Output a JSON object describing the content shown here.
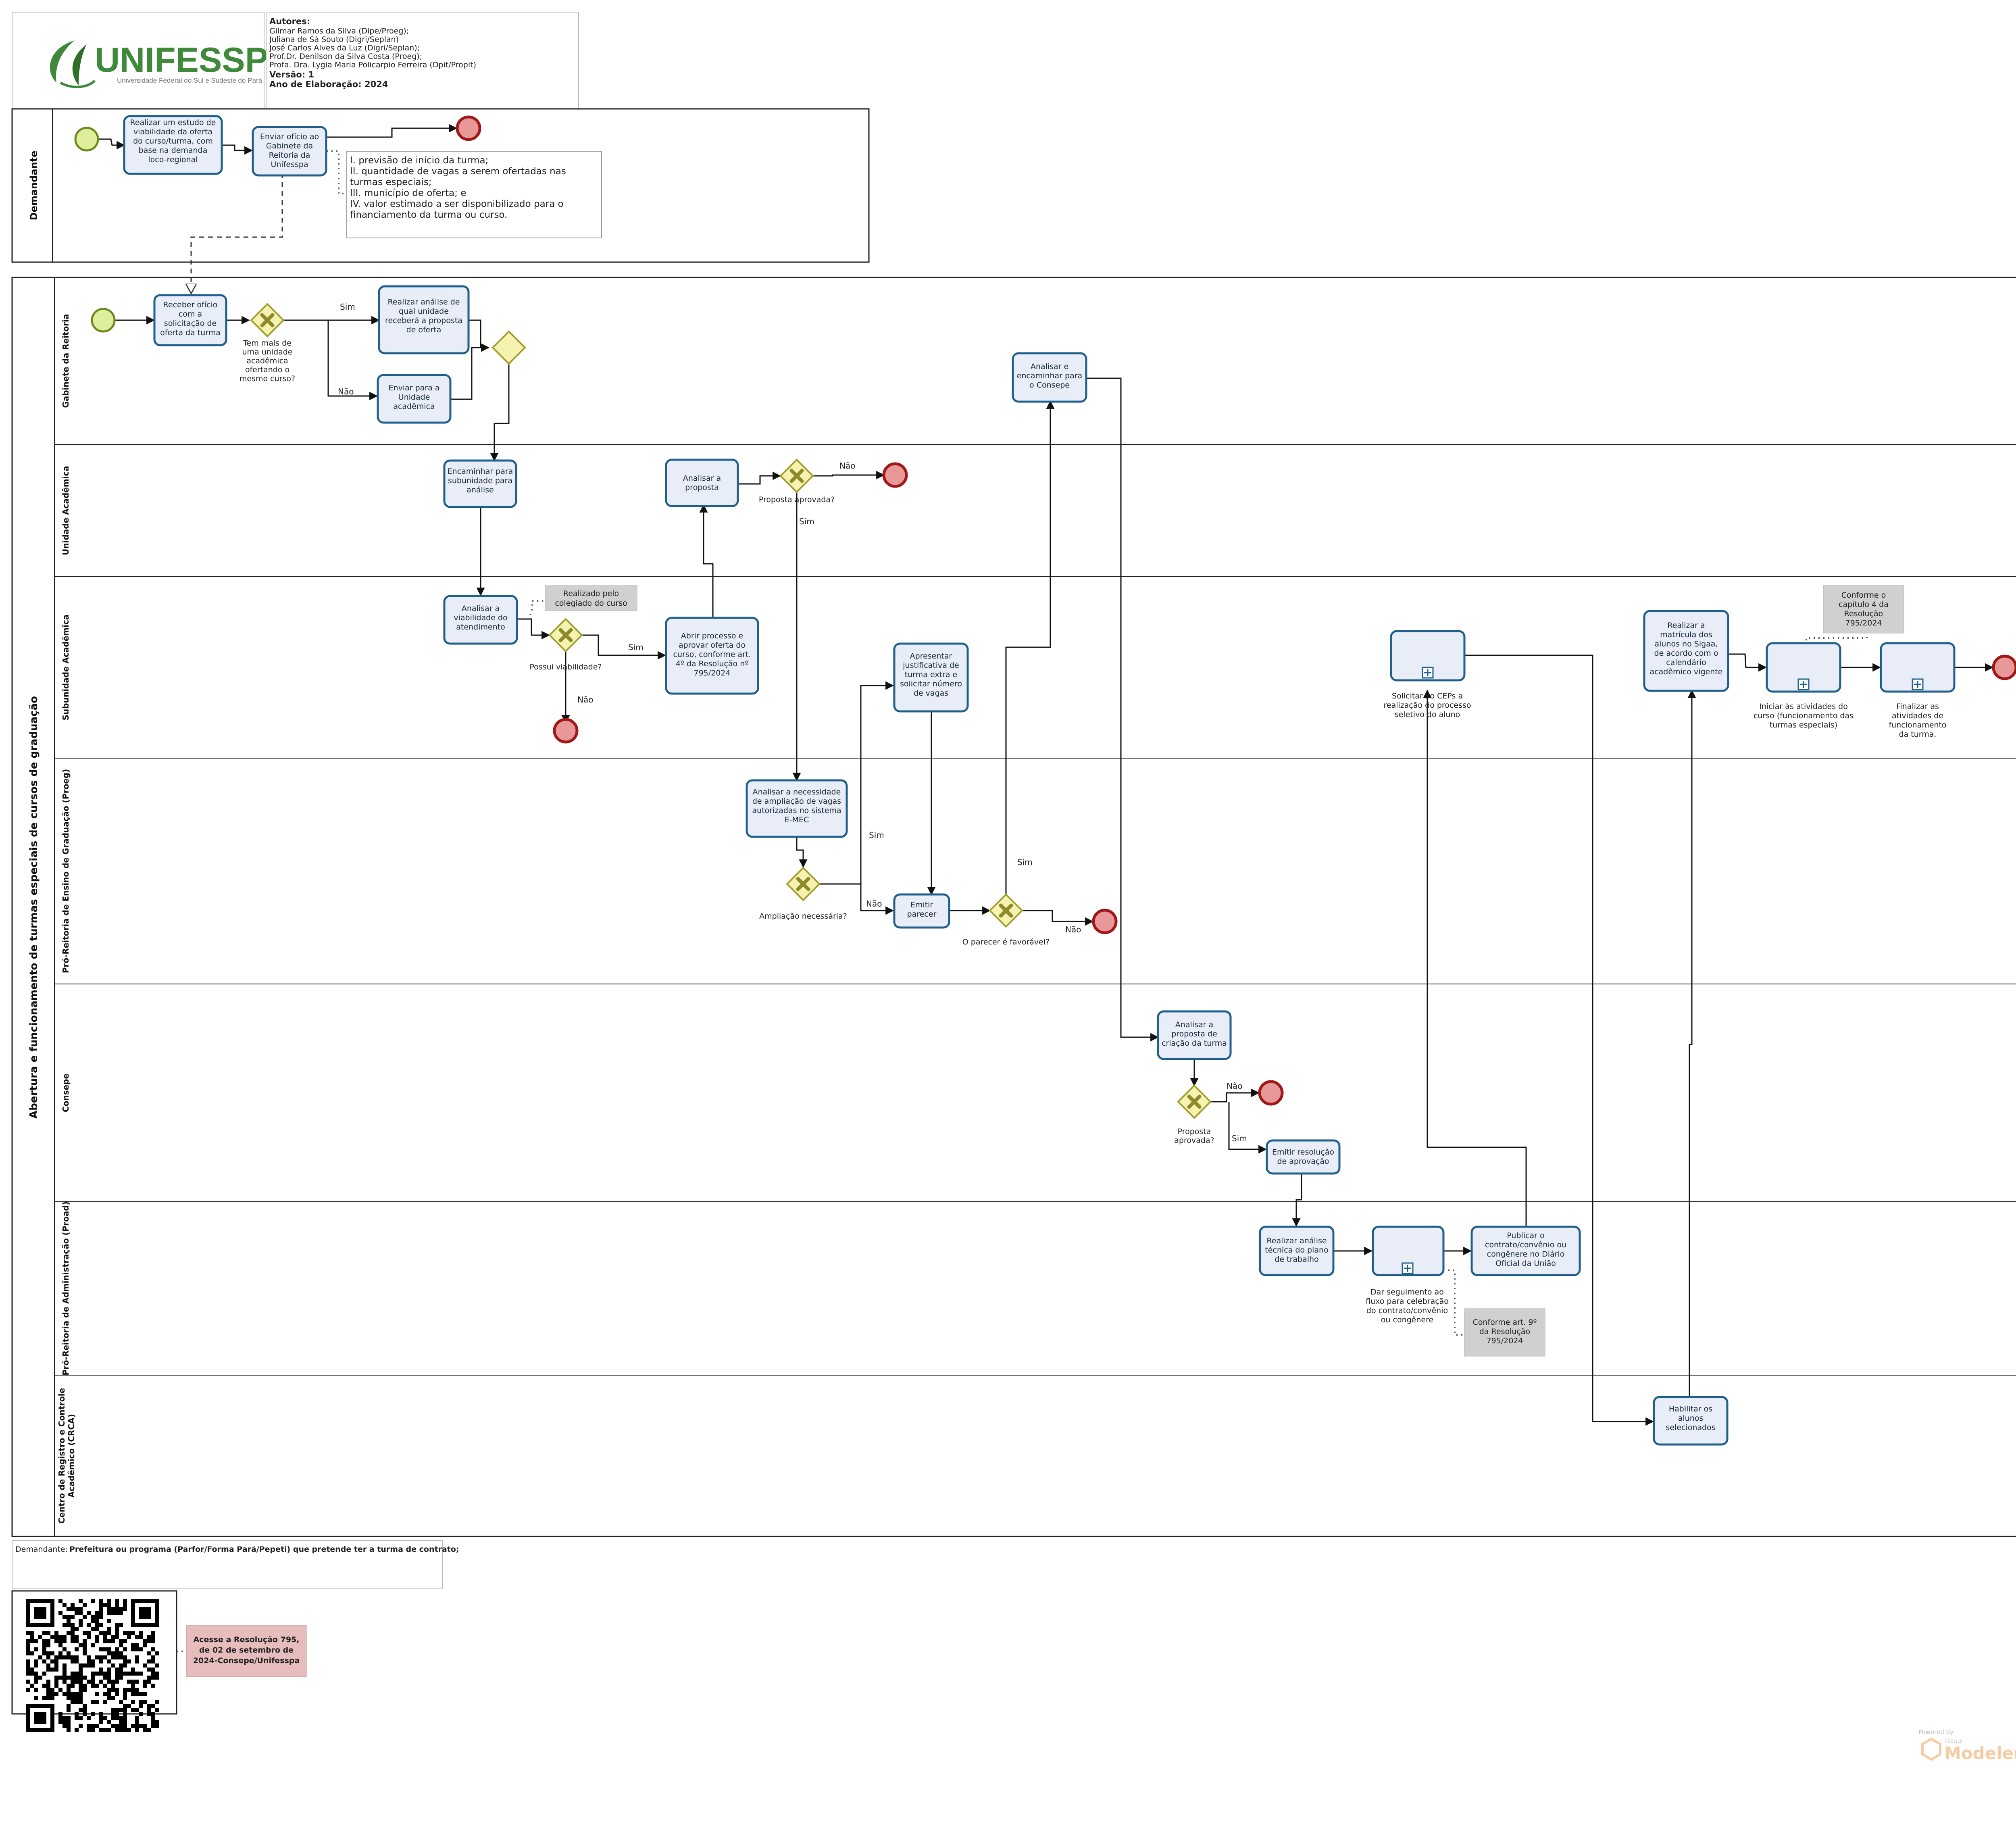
{
  "logo": {
    "name": "UNIFESSPA",
    "subtitle": "Universidade Federal do Sul e Sudeste do Pará"
  },
  "authors": {
    "heading": "Autores:",
    "lines": [
      "Gilmar Ramos da Silva (Dipe/Proeg);",
      "Juliana de Sá Souto (Digri/Seplan)",
      "José Carlos Alves da Luz (Digri/Seplan);",
      "Prof.Dr. Denilson da Silva Costa  (Proeg);",
      "Profa. Dra. Lygia Maria Policarpio Ferreira (Dpit/Propit)"
    ],
    "version": "Versão:  1",
    "year": "Ano de Elaboração: 2024"
  },
  "pools": {
    "demandante": "Demandante",
    "main": "Abertura e funcionamento de turmas especiais de cursos de graduação"
  },
  "lanes": {
    "gabinete": "Gabinete da Reitoria",
    "unidade": "Unidade Acadêmica",
    "subunidade": "Subunidade Acadêmica",
    "proeg": "Pró-Reitoria de Ensino de Graduação (Proeg)",
    "consepe": "Consepe",
    "proad": "Pró-Reitoria de Administração (Proad)",
    "crca_1": "Centro de Registro e Controle",
    "crca_2": "Acadêmico (CRCA)"
  },
  "tasks": {
    "estudo": [
      "Realizar um estudo de",
      "viabilidade da oferta",
      "do curso/turma, com",
      "base na demanda",
      "loco-regional"
    ],
    "enviar_oficio": [
      "Enviar ofício ao",
      "Gabinete da",
      "Reitoria da",
      "Unifesspa"
    ],
    "receber_oficio": [
      "Receber ofício",
      "com a",
      "solicitação de",
      "oferta da turma"
    ],
    "analise_unidade": [
      "Realizar análise de",
      "qual unidade",
      "receberá a proposta",
      "de oferta"
    ],
    "enviar_unidade": [
      "Enviar para a",
      "Unidade",
      "acadêmica"
    ],
    "encaminhar_sub": [
      "Encaminhar para",
      "subunidade para",
      "análise"
    ],
    "analisar_viab": [
      "Analisar a",
      "viabilidade do",
      "atendimento"
    ],
    "abrir_processo": [
      "Abrir processo e",
      "aprovar oferta do",
      "curso, conforme art.",
      "4º da Resolução nº",
      "795/2024"
    ],
    "analisar_proposta": [
      "Analisar a",
      "proposta"
    ],
    "analisar_consepe_enc": [
      "Analisar e",
      "encaminhar para",
      "o Consepe"
    ],
    "apresentar_just": [
      "Apresentar",
      "justificativa de",
      "turma extra e",
      "solicitar número",
      "de vagas"
    ],
    "analisar_vagas": [
      "Analisar a necessidade",
      "de ampliação de vagas",
      "autorizadas no sistema",
      "E-MEC"
    ],
    "emitir_parecer": [
      "Emitir",
      "parecer"
    ],
    "analisar_criacao": [
      "Analisar a",
      "proposta de",
      "criação da turma"
    ],
    "emitir_resolucao": [
      "Emitir resolução",
      "de aprovação"
    ],
    "analise_tecnica": [
      "Realizar análise",
      "técnica do plano",
      "de trabalho"
    ],
    "publicar": [
      "Publicar o",
      "contrato/convênio ou",
      "congênere no Diário",
      "Oficial da União"
    ],
    "matricula": [
      "Realizar a",
      "matrícula dos",
      "alunos no Sigaa,",
      "de acordo com o",
      "calendário",
      "acadêmico vigente"
    ],
    "habilitar": [
      "Habilitar os",
      "alunos",
      "selecionados"
    ]
  },
  "subprocesses": {
    "dar_seguimento": [
      "Dar seguimento ao",
      "fluxo para celebração",
      "do contrato/convênio",
      "ou congênere"
    ],
    "solicitar_ceps": [
      "Solicitar ao CEPs a",
      "realização do processo",
      "seletivo do aluno"
    ],
    "iniciar": [
      "Iniciar às atividades do",
      "curso (funcionamento das",
      "turmas especiais)"
    ],
    "finalizar": [
      "Finalizar as",
      "atividades de",
      "funcionamento",
      "da turma."
    ]
  },
  "gateways": {
    "tem_mais": [
      "Tem mais de",
      "uma unidade",
      "acadêmica",
      "ofertando o",
      "mesmo curso?"
    ],
    "proposta_aprovada_ua": [
      "Proposta aprovada?"
    ],
    "possui_viab": [
      "Possui viabilidade?"
    ],
    "ampliacao": [
      "Ampliação necessária?"
    ],
    "parecer_fav": [
      "O parecer é favorável?"
    ],
    "proposta_aprovada_consepe": [
      "Proposta",
      "aprovada?"
    ]
  },
  "flow_labels": {
    "sim": "Sim",
    "nao": "Não"
  },
  "notes": {
    "demandante_info": [
      "I. previsão de início da turma;",
      "II. quantidade de vagas a serem ofertadas nas",
      "turmas especiais;",
      " III. município de oferta; e",
      " IV. valor estimado a ser disponibilizado para o",
      "financiamento da turma ou curso."
    ],
    "colegiado": [
      "Realizado pelo",
      "colegiado do curso"
    ],
    "capitulo4": [
      "Conforme o",
      "capítulo 4 da",
      "Resolução",
      "795/2024"
    ],
    "art9": [
      "Conforme art. 9º",
      "da Resolução",
      "795/2024"
    ],
    "resolucao_link": [
      "Acesse a Resolução 795,",
      "de 02 de setembro de",
      "2024-Consepe/Unifesspa"
    ]
  },
  "legend": {
    "prefix": "Demandante:",
    "text": "Prefeitura ou programa  (Parfor/Forma Pará/Pepeti) que pretende ter a turma de contrato;"
  },
  "powered": {
    "by": "Powered by",
    "brand": "bizagi",
    "product": "Modeler"
  },
  "colors": {
    "task_fill": "#e8edf8",
    "task_stroke": "#1f5f8b",
    "start": "#dfee9a",
    "end": "#e89898",
    "gateway": "#f6f2b0",
    "logo_green": "#3f8a3a",
    "brand_orange": "#f0a35a"
  }
}
